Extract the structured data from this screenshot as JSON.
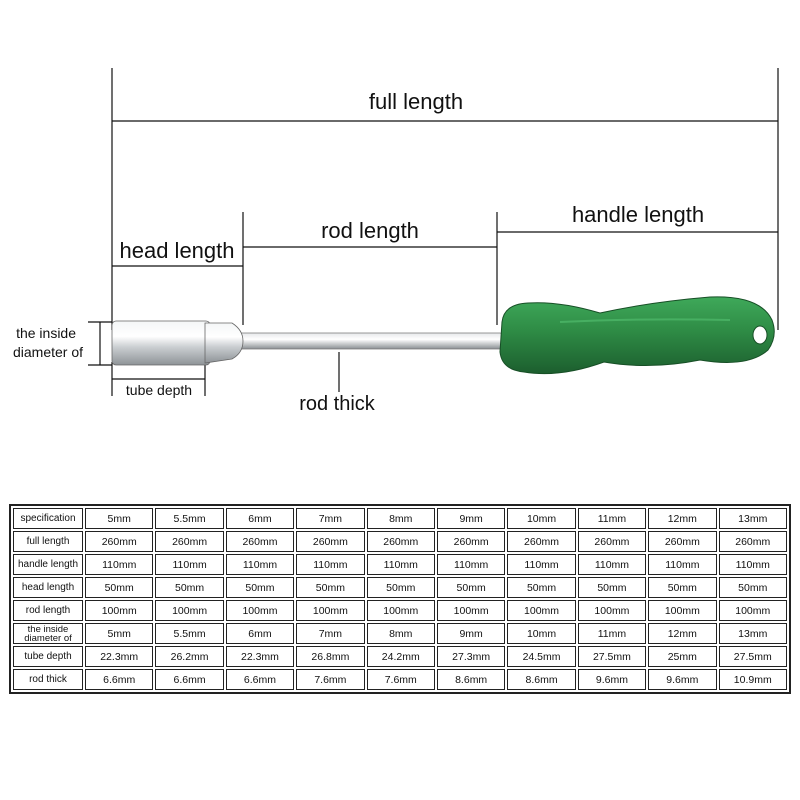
{
  "labels": {
    "full_length": "full length",
    "handle_length": "handle length",
    "rod_length": "rod length",
    "head_length": "head length",
    "inside_diameter": "the inside diameter of",
    "tube_depth": "tube depth",
    "rod_thick": "rod thick"
  },
  "colors": {
    "handle": "#2e8b45",
    "handle_dark": "#1f6a33",
    "metal": "#d9dde0",
    "line": "#111111"
  },
  "table": {
    "header_label": "specification",
    "columns": [
      "5mm",
      "5.5mm",
      "6mm",
      "7mm",
      "8mm",
      "9mm",
      "10mm",
      "11mm",
      "12mm",
      "13mm"
    ],
    "rows": [
      {
        "label": "full length",
        "values": [
          "260mm",
          "260mm",
          "260mm",
          "260mm",
          "260mm",
          "260mm",
          "260mm",
          "260mm",
          "260mm",
          "260mm"
        ]
      },
      {
        "label": "handle length",
        "values": [
          "110mm",
          "110mm",
          "110mm",
          "110mm",
          "110mm",
          "110mm",
          "110mm",
          "110mm",
          "110mm",
          "110mm"
        ]
      },
      {
        "label": "head length",
        "values": [
          "50mm",
          "50mm",
          "50mm",
          "50mm",
          "50mm",
          "50mm",
          "50mm",
          "50mm",
          "50mm",
          "50mm"
        ]
      },
      {
        "label": "rod length",
        "values": [
          "100mm",
          "100mm",
          "100mm",
          "100mm",
          "100mm",
          "100mm",
          "100mm",
          "100mm",
          "100mm",
          "100mm"
        ]
      },
      {
        "label": "the inside diameter of",
        "values": [
          "5mm",
          "5.5mm",
          "6mm",
          "7mm",
          "8mm",
          "9mm",
          "10mm",
          "11mm",
          "12mm",
          "13mm"
        ]
      },
      {
        "label": "tube depth",
        "values": [
          "22.3mm",
          "26.2mm",
          "22.3mm",
          "26.8mm",
          "24.2mm",
          "27.3mm",
          "24.5mm",
          "27.5mm",
          "25mm",
          "27.5mm"
        ]
      },
      {
        "label": "rod thick",
        "values": [
          "6.6mm",
          "6.6mm",
          "6.6mm",
          "7.6mm",
          "7.6mm",
          "8.6mm",
          "8.6mm",
          "9.6mm",
          "9.6mm",
          "10.9mm"
        ]
      }
    ]
  }
}
